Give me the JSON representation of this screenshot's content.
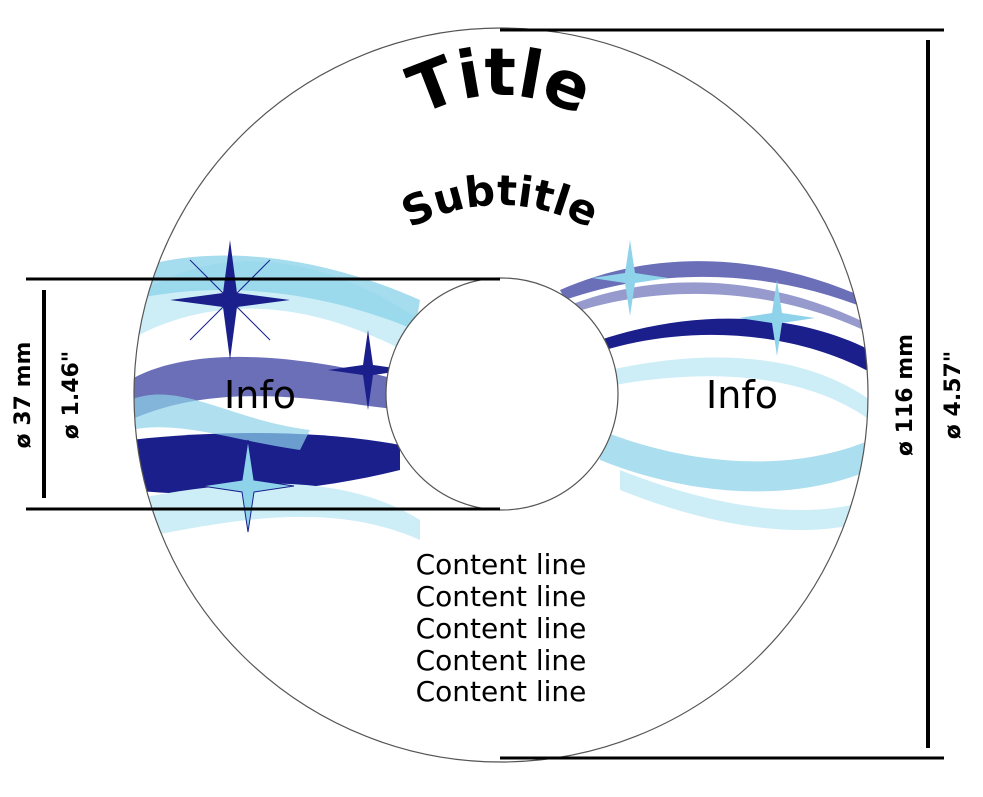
{
  "label": {
    "title": "Title",
    "subtitle": "Subtitle",
    "info_left": "Info",
    "info_right": "Info",
    "content_lines": [
      "Content line",
      "Content line",
      "Content line",
      "Content line",
      "Content line"
    ]
  },
  "dimensions": {
    "inner_mm": "ø 37 mm",
    "inner_in": "ø 1.46\"",
    "outer_mm": "ø 116 mm",
    "outer_in": "ø 4.57\""
  },
  "colors": {
    "navy": "#1a1f8c",
    "purple": "#6a6fb8",
    "sky": "#8fd3ea",
    "pale": "#cdeef7",
    "outline": "#555555"
  }
}
